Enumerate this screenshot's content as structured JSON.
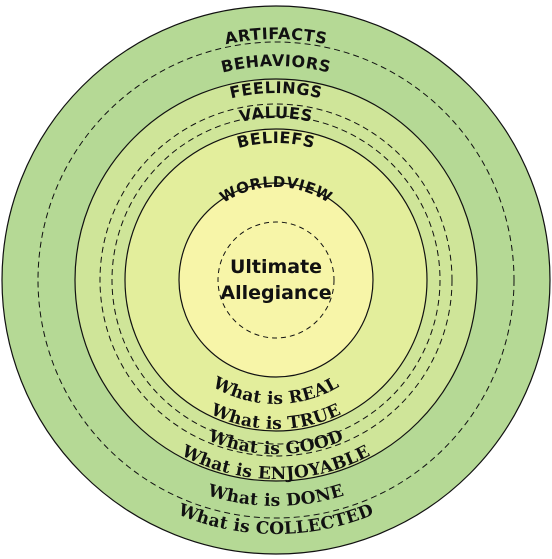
{
  "colors": {
    "outer_band": "#b5d995",
    "middle_band": "#cfe599",
    "inner_band": "#e3ee9c",
    "core": "#f7f5a8",
    "stroke": "#111111"
  },
  "center": {
    "line1": "Ultimate",
    "line2": "Allegiance"
  },
  "layers": [
    {
      "top": "ARTIFACTS",
      "bottom": "What is COLLECTED"
    },
    {
      "top": "BEHAVIORS",
      "bottom": "What is DONE"
    },
    {
      "top": "FEELINGS",
      "bottom": "What is ENJOYABLE"
    },
    {
      "top": "VALUES",
      "bottom": "What is GOOD"
    },
    {
      "top": "BELIEFS",
      "bottom": "What is TRUE"
    },
    {
      "top": "WORLDVIEW",
      "bottom": "What is REAL"
    }
  ]
}
